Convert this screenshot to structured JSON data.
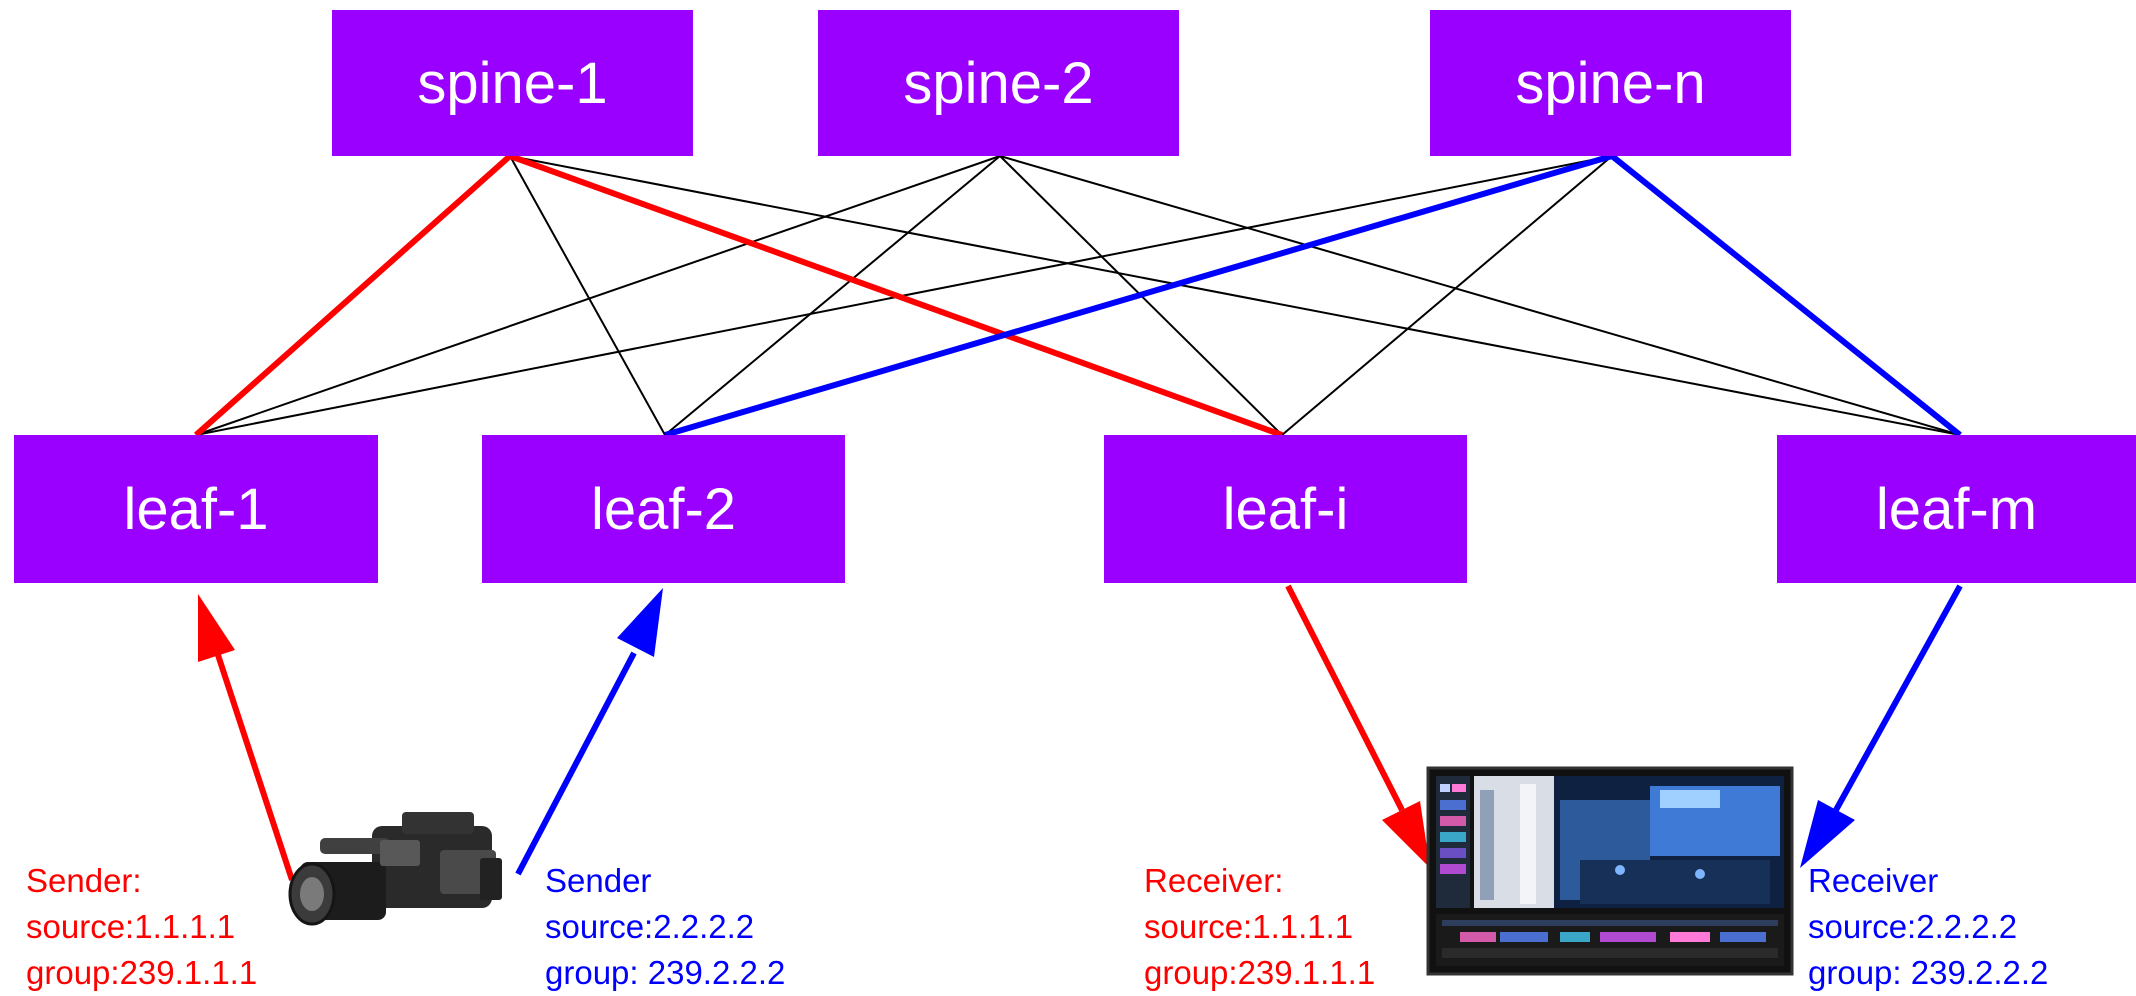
{
  "colors": {
    "node_fill": "#9900ff",
    "node_text": "#ffffff",
    "red_flow": "#ff0000",
    "blue_flow": "#0000ff",
    "mesh_line": "#000000"
  },
  "spines": [
    {
      "id": "spine-1",
      "label": "spine-1"
    },
    {
      "id": "spine-2",
      "label": "spine-2"
    },
    {
      "id": "spine-n",
      "label": "spine-n"
    }
  ],
  "leaves": [
    {
      "id": "leaf-1",
      "label": "leaf-1"
    },
    {
      "id": "leaf-2",
      "label": "leaf-2"
    },
    {
      "id": "leaf-i",
      "label": "leaf-i"
    },
    {
      "id": "leaf-m",
      "label": "leaf-m"
    }
  ],
  "flows": {
    "red": {
      "path": [
        "leaf-1",
        "spine-1",
        "leaf-i"
      ],
      "sender": {
        "title": "Sender:",
        "source": "source:1.1.1.1",
        "group": "group:239.1.1.1"
      },
      "receiver": {
        "title": "Receiver:",
        "source": "source:1.1.1.1",
        "group": "group:239.1.1.1"
      }
    },
    "blue": {
      "path": [
        "leaf-2",
        "spine-n",
        "leaf-m"
      ],
      "sender": {
        "title": "Sender",
        "source": "source:2.2.2.2",
        "group": "group: 239.2.2.2"
      },
      "receiver": {
        "title": "Receiver",
        "source": "source:2.2.2.2",
        "group": "group: 239.2.2.2"
      }
    }
  },
  "icons": {
    "sender_device": "video-camera-icon",
    "receiver_device": "video-monitor-icon"
  }
}
